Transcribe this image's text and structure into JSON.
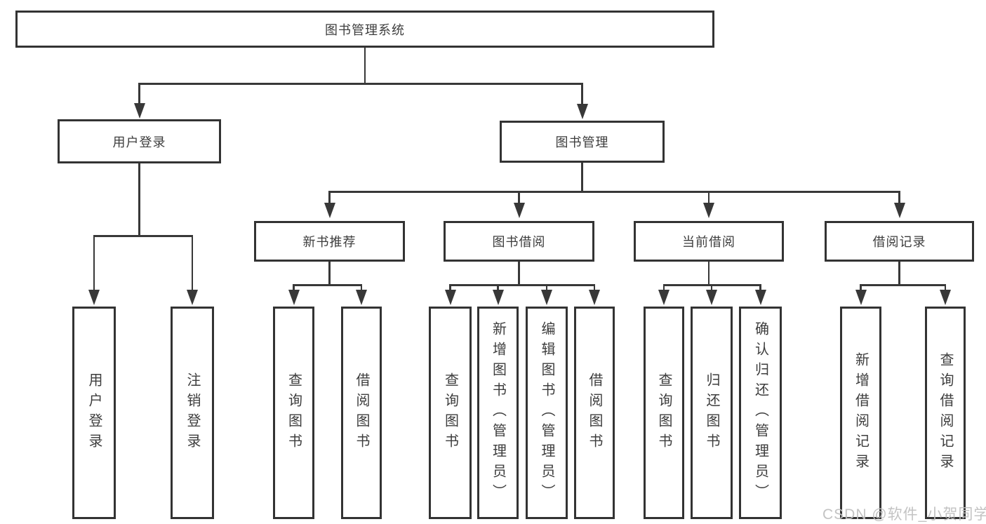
{
  "diagram": {
    "root": {
      "label": "图书管理系统"
    },
    "level2": [
      {
        "label": "用户登录"
      },
      {
        "label": "图书管理"
      }
    ],
    "level3": [
      {
        "label": "新书推荐"
      },
      {
        "label": "图书借阅"
      },
      {
        "label": "当前借阅"
      },
      {
        "label": "借阅记录"
      }
    ],
    "leaves": {
      "user_login": [
        "用户登录",
        "注销登录"
      ],
      "new_book": [
        "查询图书",
        "借阅图书"
      ],
      "borrow": [
        "查询图书",
        "新增图书（管理员）",
        "编辑图书（管理员）",
        "借阅图书"
      ],
      "current": [
        "查询图书",
        "归还图书",
        "确认归还（管理员）"
      ],
      "records": [
        "新增借阅记录",
        "查询借阅记录"
      ]
    }
  },
  "watermark": "CSDN @软件_小贺同学",
  "colors": {
    "border": "#333333",
    "line": "#383838",
    "text": "#3d3d3d",
    "watermark": "#c0c0c0",
    "background": "#ffffff"
  }
}
